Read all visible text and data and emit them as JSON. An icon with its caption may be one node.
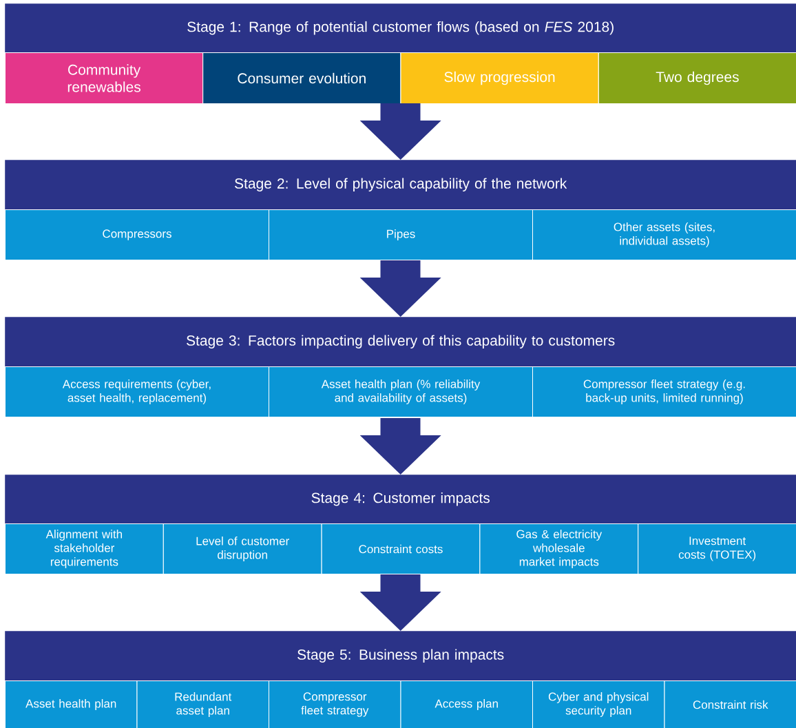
{
  "diagram": {
    "nodes": [
      {
        "text": [
          "Stage 1: Range of potential customer flows (based on *FES* 2018)"
        ]
      },
      {
        "text": [
          "Community renewables"
        ]
      },
      {
        "text": [
          "Consumer evolution"
        ]
      },
      {
        "text": [
          "Slow progression"
        ]
      },
      {
        "text": [
          "Two degrees"
        ]
      },
      {
        "text": [
          "Stage 2: Level of physical capability of the network"
        ]
      },
      {
        "text": [
          "Compressors"
        ]
      },
      {
        "text": [
          "Pipes"
        ]
      },
      {
        "text": [
          "Other assets (sites, individual assets)"
        ]
      },
      {
        "text": [
          "Stage 3: Factors impacting delivery of this capability to customers"
        ]
      },
      {
        "text": [
          "Access requirements (cyber, asset health, replacement)"
        ]
      },
      {
        "text": [
          "Asset health plan (% reliability and availability of assets)"
        ]
      },
      {
        "text": [
          "Compressor fleet strategy (e.g. back-up units, limited running)"
        ]
      },
      {
        "text": [
          "Stage 4: Customer impacts"
        ]
      },
      {
        "text": [
          "Alignment with stakeholder requirements"
        ]
      },
      {
        "text": [
          "Level of customer disruption"
        ]
      },
      {
        "text": [
          "Constraint costs"
        ]
      },
      {
        "text": [
          "Gas & electricity wholesale market impacts"
        ]
      },
      {
        "text": [
          "Investment costs (TOTEX)"
        ]
      },
      {
        "text": [
          "Stage 5: Business plan impacts"
        ]
      },
      {
        "text": [
          "Asset health plan"
        ]
      },
      {
        "text": [
          "Redundant asset plan"
        ]
      },
      {
        "text": [
          "Compressor fleet strategy"
        ]
      },
      {
        "text": [
          "Access plan"
        ]
      },
      {
        "text": [
          "Cyber and physical security plan"
        ]
      },
      {
        "text": [
          "Constraint risk"
        ]
      }
    ],
    "edges": [
      {
        "from": null,
        "to": 5,
        "arrow": "to"
      },
      {
        "from": null,
        "to": 9,
        "arrow": "to"
      },
      {
        "from": null,
        "to": 13,
        "arrow": "to"
      },
      {
        "from": null,
        "to": 19,
        "arrow": "to"
      }
    ]
  }
}
